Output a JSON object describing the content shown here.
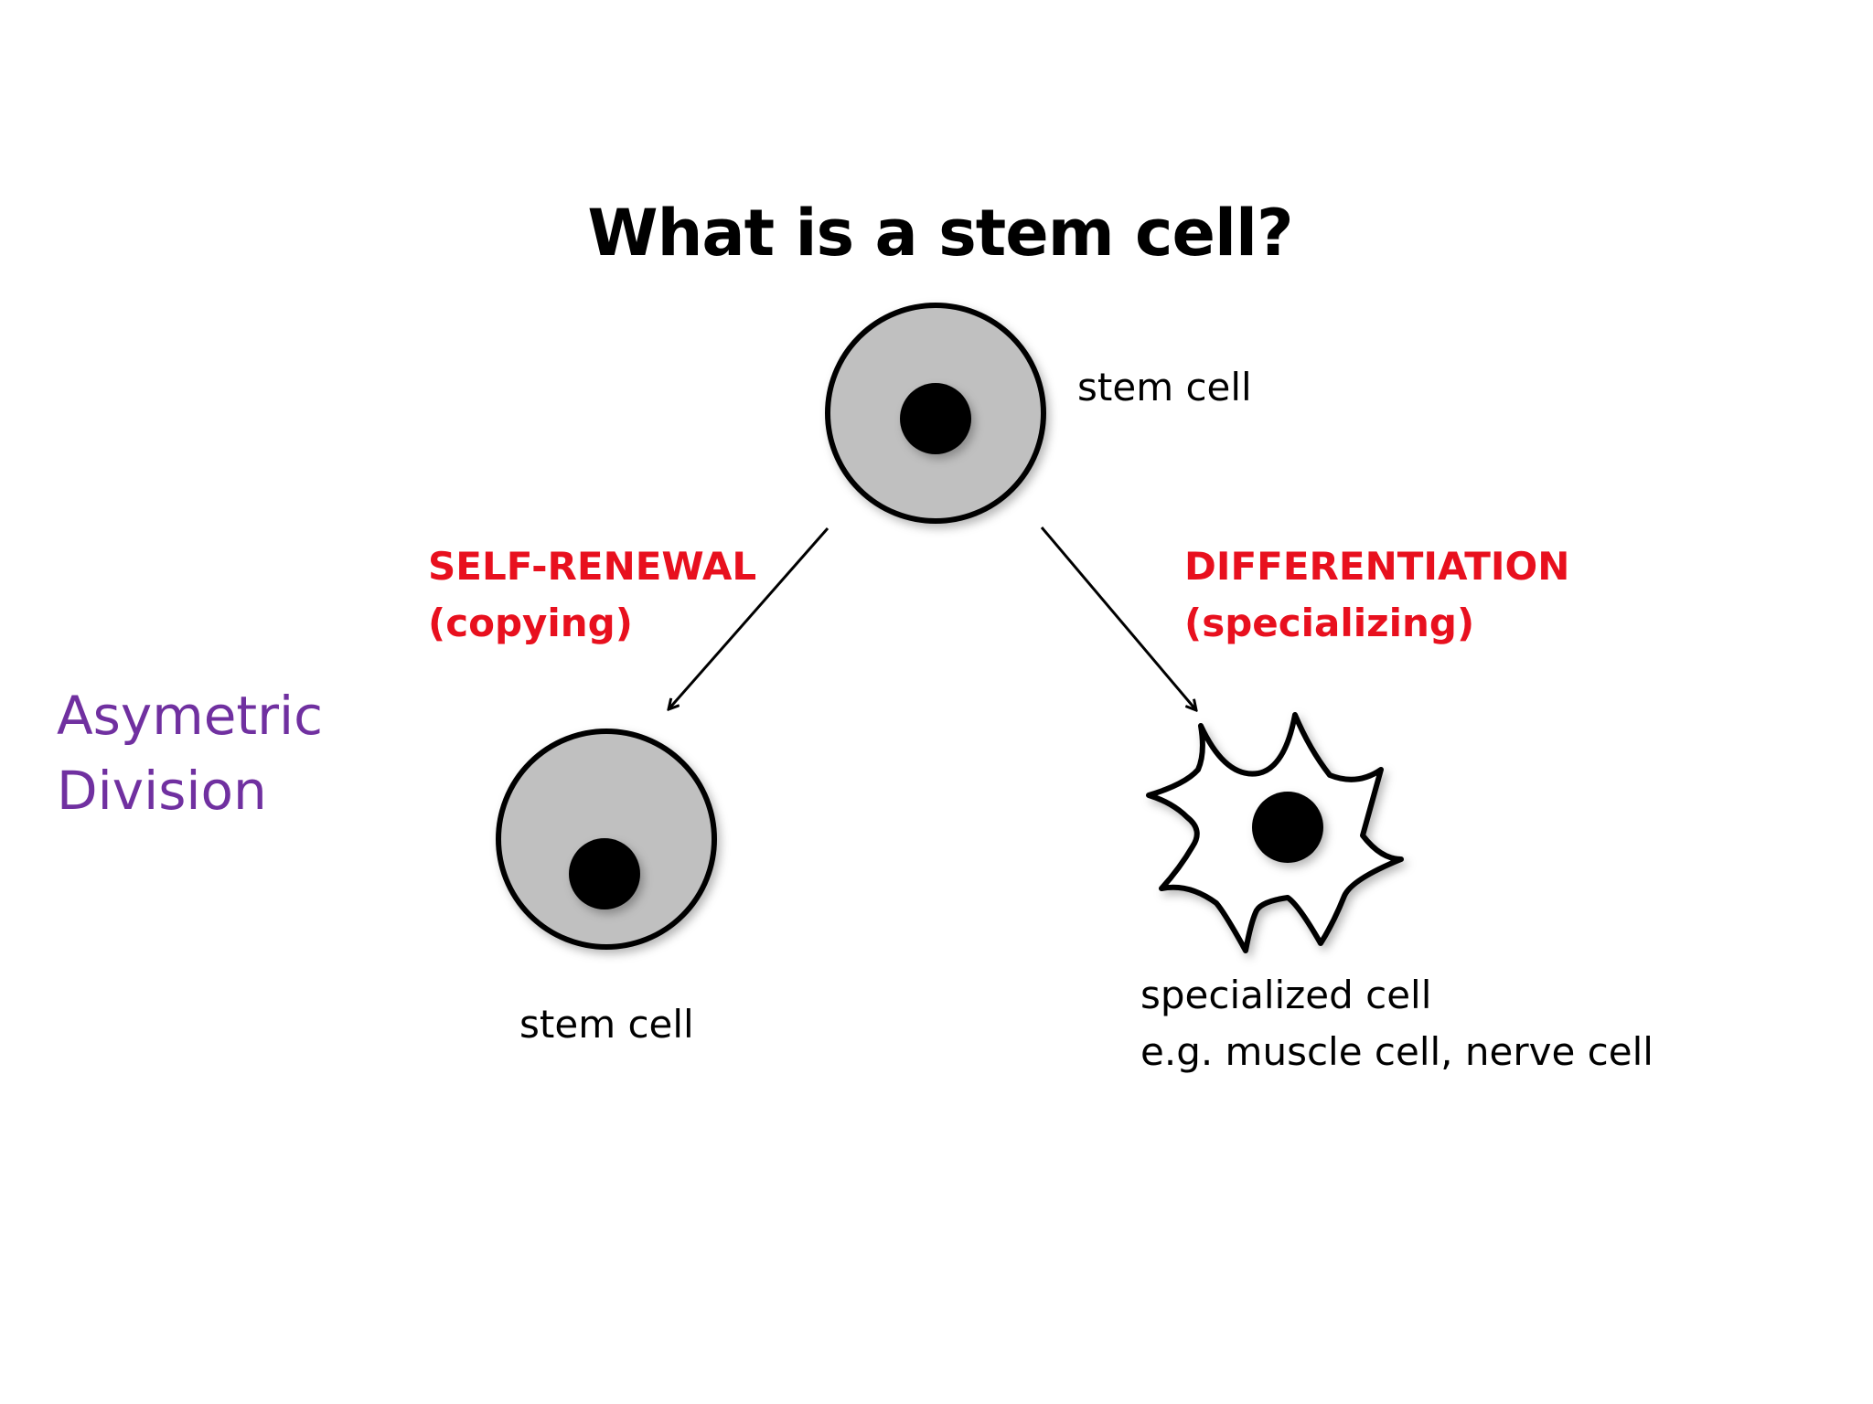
{
  "title": "What is a stem cell?",
  "colors": {
    "text": "#000000",
    "process_label": "#e8101e",
    "side_label": "#7030a0",
    "stem_cell_fill": "#c0c0c0",
    "specialized_cell_fill": "#ffffff",
    "nucleus": "#000000"
  },
  "top_cell": {
    "label": "stem cell"
  },
  "self_renewal": {
    "heading": "SELF-RENEWAL",
    "subheading": "(copying)"
  },
  "differentiation": {
    "heading": "DIFFERENTIATION",
    "subheading": "(specializing)"
  },
  "left_cell": {
    "label": "stem cell"
  },
  "right_cell": {
    "label": "specialized cell",
    "example": "e.g. muscle cell, nerve cell"
  },
  "side_label": {
    "line1": "Asymetric",
    "line2": "Division"
  }
}
